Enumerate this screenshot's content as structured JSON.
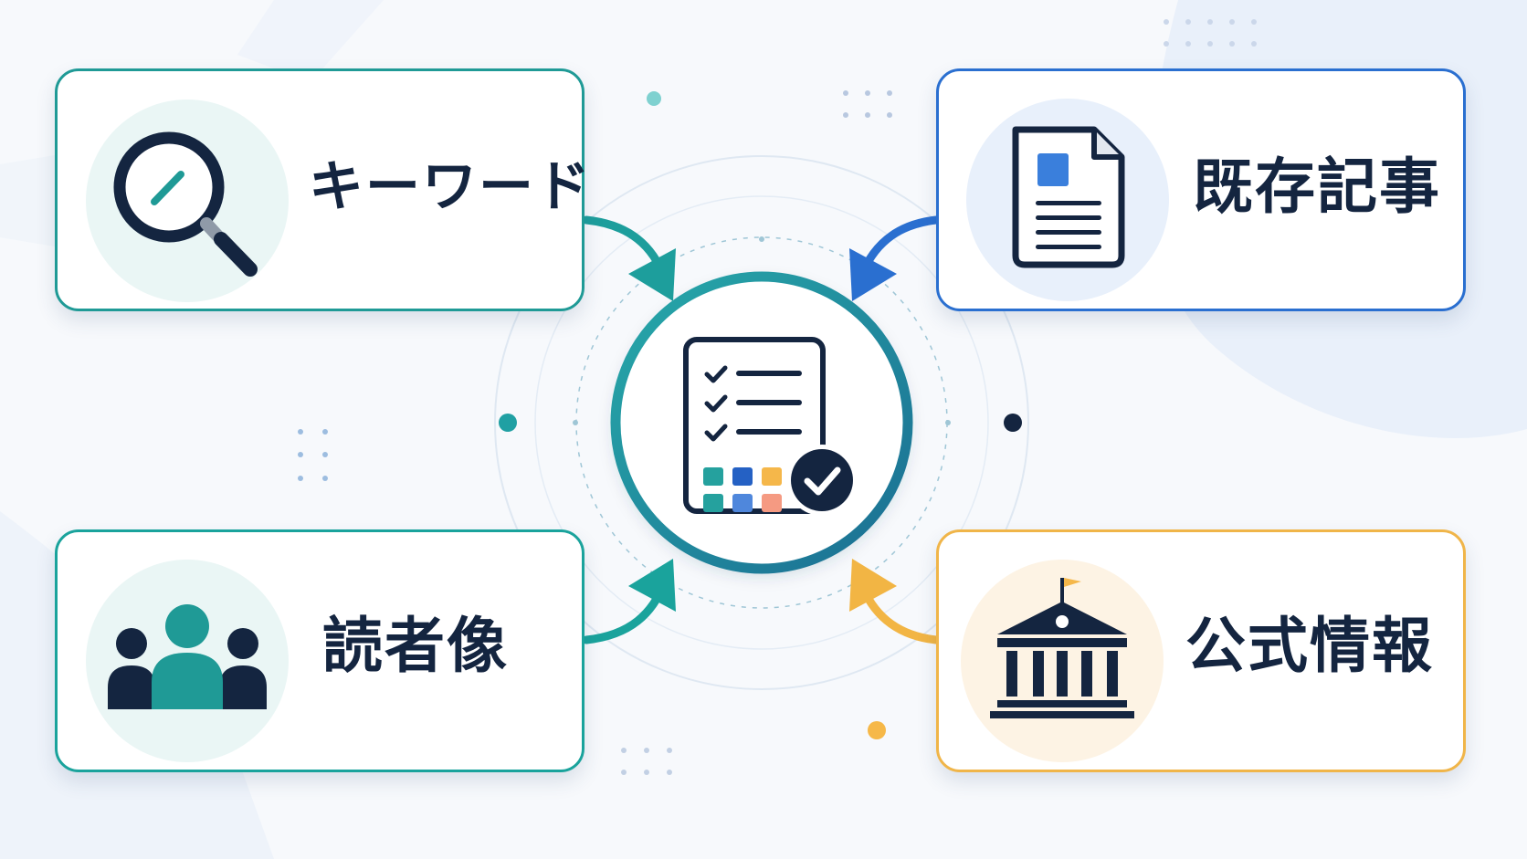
{
  "center": {
    "icon": "checklist-document-icon"
  },
  "sources": [
    {
      "id": "keyword",
      "label": "キーワード",
      "icon": "magnifier-icon",
      "color": "#1f9a96"
    },
    {
      "id": "existing",
      "label": "既存記事",
      "icon": "document-icon",
      "color": "#2a6fd0"
    },
    {
      "id": "readers",
      "label": "読者像",
      "icon": "people-group-icon",
      "color": "#1aa39c"
    },
    {
      "id": "official",
      "label": "公式情報",
      "icon": "government-building-icon",
      "color": "#f0b549"
    }
  ],
  "colors": {
    "ink": "#142540",
    "teal": "#1f9a96",
    "blue": "#2a6fd0",
    "amber": "#f0b549",
    "background": "#f7f9fc"
  }
}
